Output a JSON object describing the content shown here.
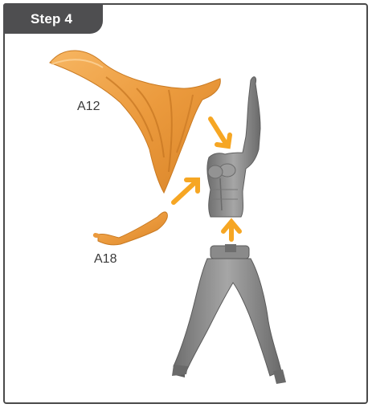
{
  "step": {
    "title": "Step 4"
  },
  "parts": [
    {
      "id": "A12",
      "label": "A12",
      "color": "#f0a24a"
    },
    {
      "id": "A18",
      "label": "A18",
      "color": "#f0a24a"
    }
  ],
  "figure_color": "#8e8e8e",
  "arrow_color": "#f6a623",
  "icons": [
    "cape-part",
    "arm-part",
    "torso-part",
    "legs-part",
    "assembly-arrow"
  ]
}
